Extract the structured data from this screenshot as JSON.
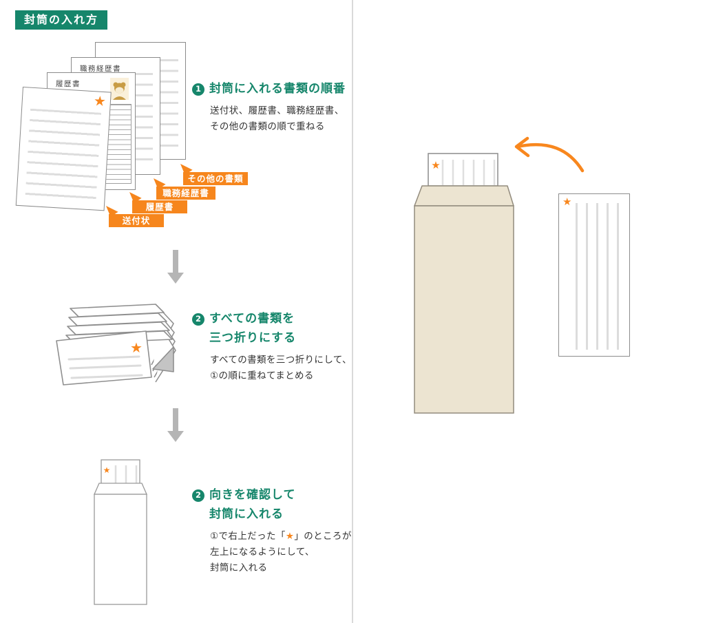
{
  "title_badge": "封筒の入れ方",
  "colors": {
    "green": "#16866B",
    "orange": "#F6861D",
    "star_orange": "#F8871E",
    "envelope_beige": "#ECE4D1",
    "arrow_gray": "#B5B5B5"
  },
  "document_stack": {
    "doc2_title": "職務経歴書",
    "doc3_title": "履歴書",
    "star": "★",
    "labels": [
      {
        "text": "送付状"
      },
      {
        "text": "履歴書"
      },
      {
        "text": "職務経歴書"
      },
      {
        "text": "その他の書類"
      }
    ]
  },
  "steps": [
    {
      "number": "1",
      "heading1": "封筒に入れる書類の順番",
      "body1": "送付状、履歴書、職務経歴書、",
      "body2": "その他の書類の順で重ねる"
    },
    {
      "number": "2",
      "heading1": "すべての書類を",
      "heading2": "三つ折りにする",
      "body1": "すべての書類を三つ折りにして、",
      "body2": "①の順に重ねてまとめる"
    },
    {
      "number": "2",
      "heading1": "向きを確認して",
      "heading2": "封筒に入れる",
      "body1_pre": "①で右上だった「",
      "body1_star": "★",
      "body1_post": "」のところが",
      "body2": "左上になるようにして、",
      "body3": "封筒に入れる"
    }
  ],
  "figures": {
    "folded_star": "★",
    "small_envelope_star": "★",
    "big_envelope_star": "★",
    "right_document_star": "★"
  }
}
